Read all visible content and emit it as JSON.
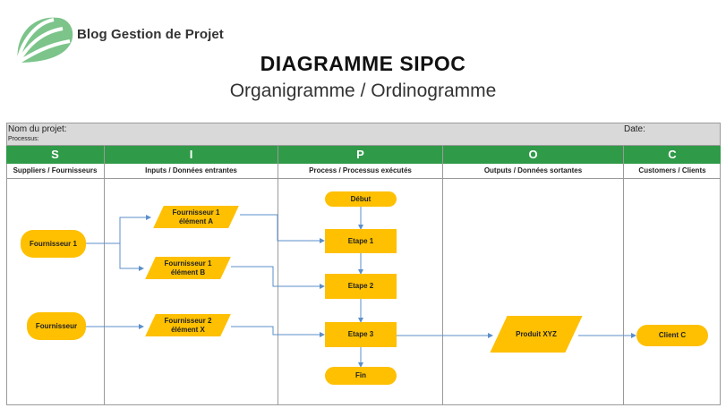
{
  "brand": {
    "name": "Blog Gestion de Projet"
  },
  "heading": {
    "title": "DIAGRAMME SIPOC",
    "subtitle": "Organigramme / Ordinogramme"
  },
  "sheet": {
    "project_label": "Nom du projet:",
    "date_label": "Date:",
    "process_label": "Processus:"
  },
  "columns": [
    {
      "letter": "S",
      "header": "Suppliers / Fournisseurs"
    },
    {
      "letter": "I",
      "header": "Inputs / Données entrantes"
    },
    {
      "letter": "P",
      "header": "Process / Processus exécutés"
    },
    {
      "letter": "O",
      "header": "Outputs / Données sortantes"
    },
    {
      "letter": "C",
      "header": "Customers / Clients"
    }
  ],
  "nodes": {
    "supplier1": "Fournisseur 1",
    "supplier2": "Fournisseur",
    "input_a": "Fournisseur 1\nélément A",
    "input_b": "Fournisseur 1\nélément B",
    "input_x": "Fournisseur 2\nélément X",
    "start": "Début",
    "step1": "Etape 1",
    "step2": "Etape 2",
    "step3": "Etape 3",
    "end": "Fin",
    "output": "Produit XYZ",
    "client": "Client C"
  },
  "colors": {
    "accent_green": "#2f9a48",
    "node_fill": "#fec000",
    "connector": "#5b8fc9",
    "header_gray": "#d9d9d9"
  },
  "icons": {
    "logo": "leaf-logo-icon"
  }
}
